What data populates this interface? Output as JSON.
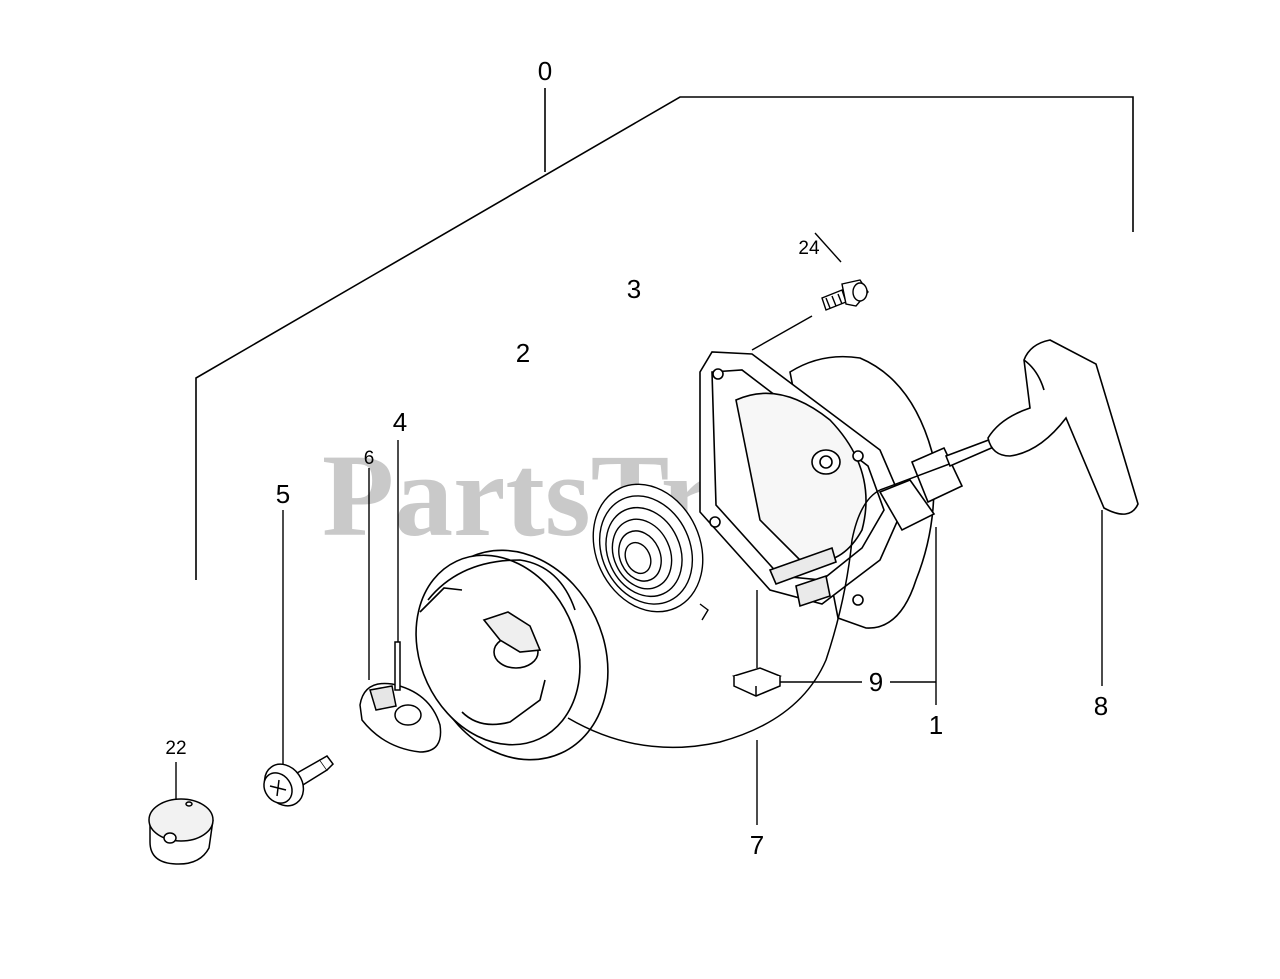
{
  "watermark": "PartsTree",
  "callouts": {
    "c0": "0",
    "c1": "1",
    "c2": "2",
    "c3": "3",
    "c4": "4",
    "c5": "5",
    "c6": "6",
    "c7": "7",
    "c8": "8",
    "c9": "9",
    "c22": "22",
    "c24": "24"
  }
}
